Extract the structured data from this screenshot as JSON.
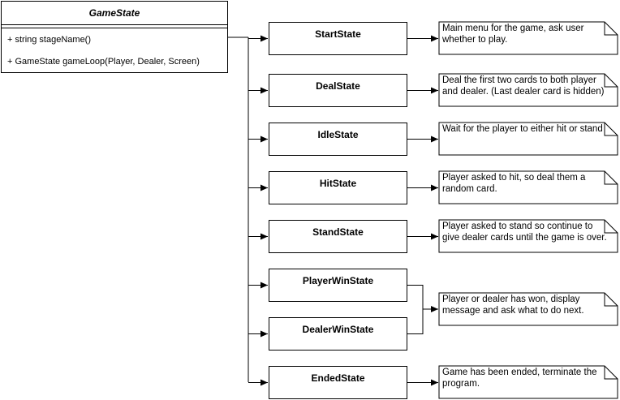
{
  "game_state": {
    "title": "GameState",
    "methods": [
      "+ string stageName()",
      "+ GameState gameLoop(Player, Dealer, Screen)"
    ]
  },
  "states": [
    {
      "name": "StartState"
    },
    {
      "name": "DealState"
    },
    {
      "name": "IdleState"
    },
    {
      "name": "HitState"
    },
    {
      "name": "StandState"
    },
    {
      "name": "PlayerWinState"
    },
    {
      "name": "DealerWinState"
    },
    {
      "name": "EndedState"
    }
  ],
  "notes": [
    {
      "lines": [
        "Main menu for the game, ask user",
        "whether to play."
      ]
    },
    {
      "lines": [
        "Deal the first two cards to both player",
        "and dealer. (Last dealer card is hidden)"
      ]
    },
    {
      "lines": [
        "Wait for the player to either hit or stand"
      ]
    },
    {
      "lines": [
        "Player asked to hit, so deal them a",
        "random card."
      ]
    },
    {
      "lines": [
        "Player asked to stand so continue to",
        "give dealer cards until the game is over."
      ]
    },
    {
      "lines": [
        "Player or dealer has won, display",
        "message and ask what to do next."
      ]
    },
    {
      "lines": [
        "Game has been ended, terminate the",
        "program."
      ]
    }
  ],
  "colors": {
    "line": "#000000",
    "background": "#ffffff"
  }
}
